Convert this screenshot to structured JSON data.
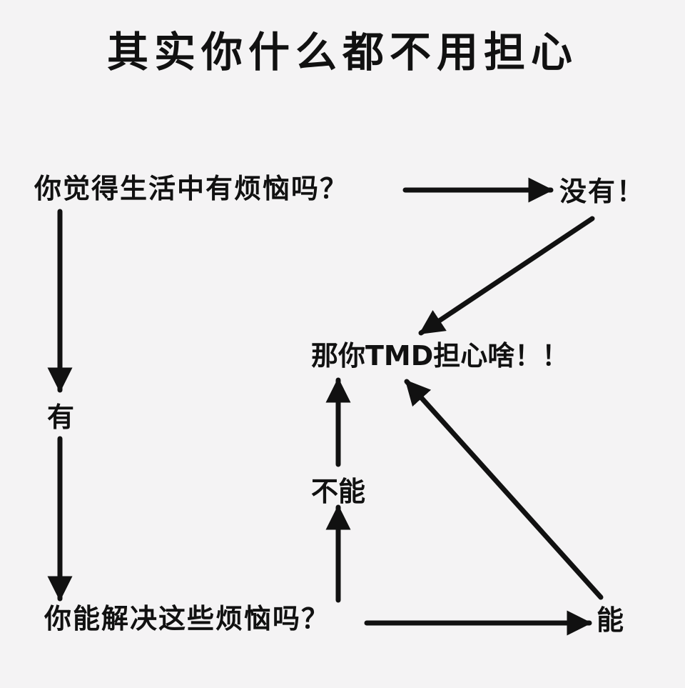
{
  "title": "其实你什么都不用担心",
  "nodes": {
    "q1": "你觉得生活中有烦恼吗？",
    "no": "没有！",
    "worry": "那你TMD担心啥！！",
    "yes": "有",
    "cannot": "不能",
    "q2": "你能解决这些烦恼吗？",
    "can": "能"
  },
  "edges": [
    {
      "from": "q1",
      "to": "no"
    },
    {
      "from": "no",
      "to": "worry"
    },
    {
      "from": "q1",
      "to": "yes"
    },
    {
      "from": "yes",
      "to": "q2"
    },
    {
      "from": "q2",
      "to": "cannot"
    },
    {
      "from": "cannot",
      "to": "worry"
    },
    {
      "from": "q2",
      "to": "can"
    },
    {
      "from": "can",
      "to": "worry"
    }
  ]
}
